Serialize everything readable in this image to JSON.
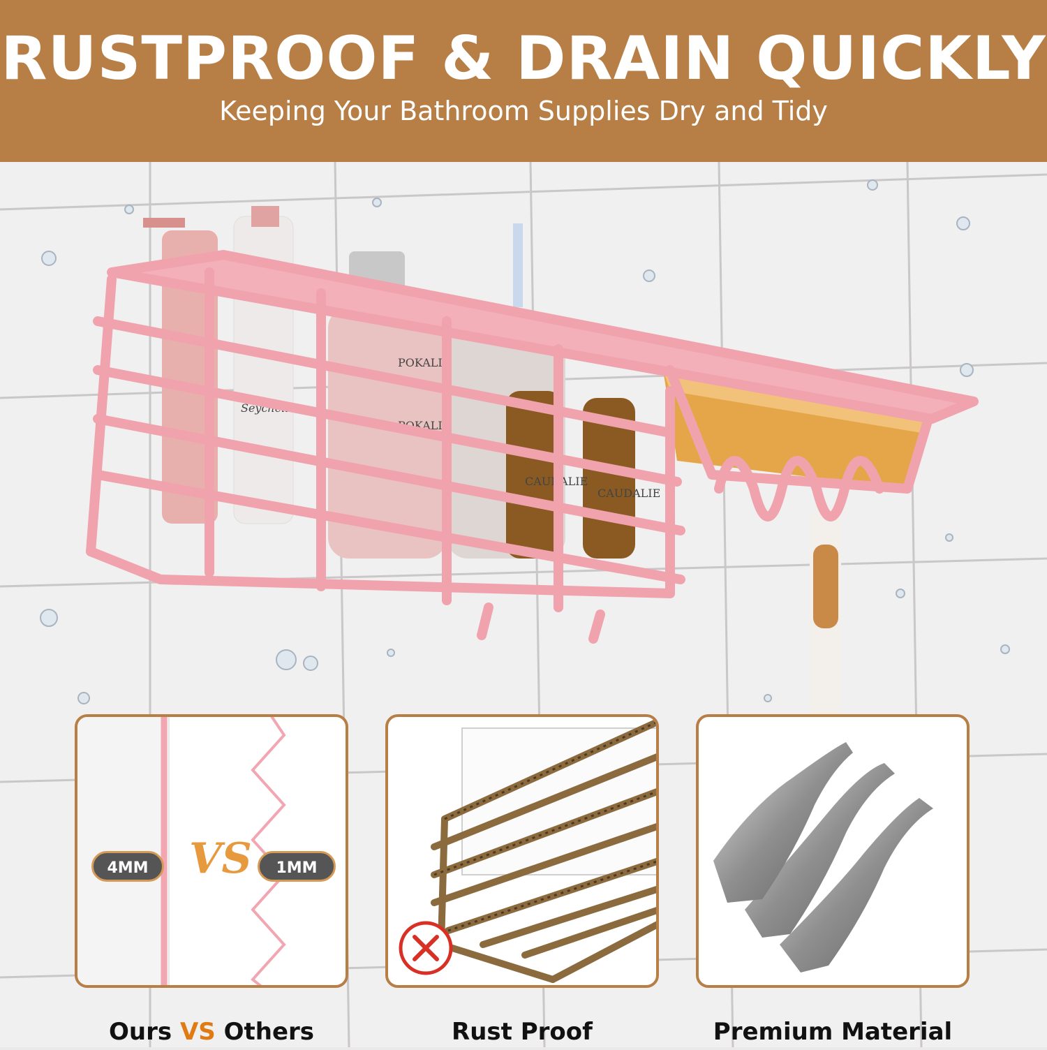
{
  "banner": {
    "title": "RUSTPROOF & DRAIN QUICKLY",
    "subtitle": "Keeping Your Bathroom Supplies Dry and Tidy"
  },
  "product": {
    "labels": [
      "POKALI",
      "POKALI",
      "CAUDALIE",
      "CAUDALIE",
      "Seychelles"
    ]
  },
  "panels": {
    "compare": {
      "left_badge": "4MM",
      "vs_mark": "VS",
      "right_badge": "1MM",
      "caption_a": "Ours",
      "caption_vs": "VS",
      "caption_b": "Others"
    },
    "rust": {
      "caption": "Rust Proof",
      "icon": "x-circle-icon"
    },
    "material": {
      "caption": "Premium Material"
    }
  },
  "colors": {
    "banner": "#b77e45",
    "rack_pink": "#f0a3ad",
    "accent_orange": "#e07a12",
    "soap_tray": "#e5a64a"
  }
}
